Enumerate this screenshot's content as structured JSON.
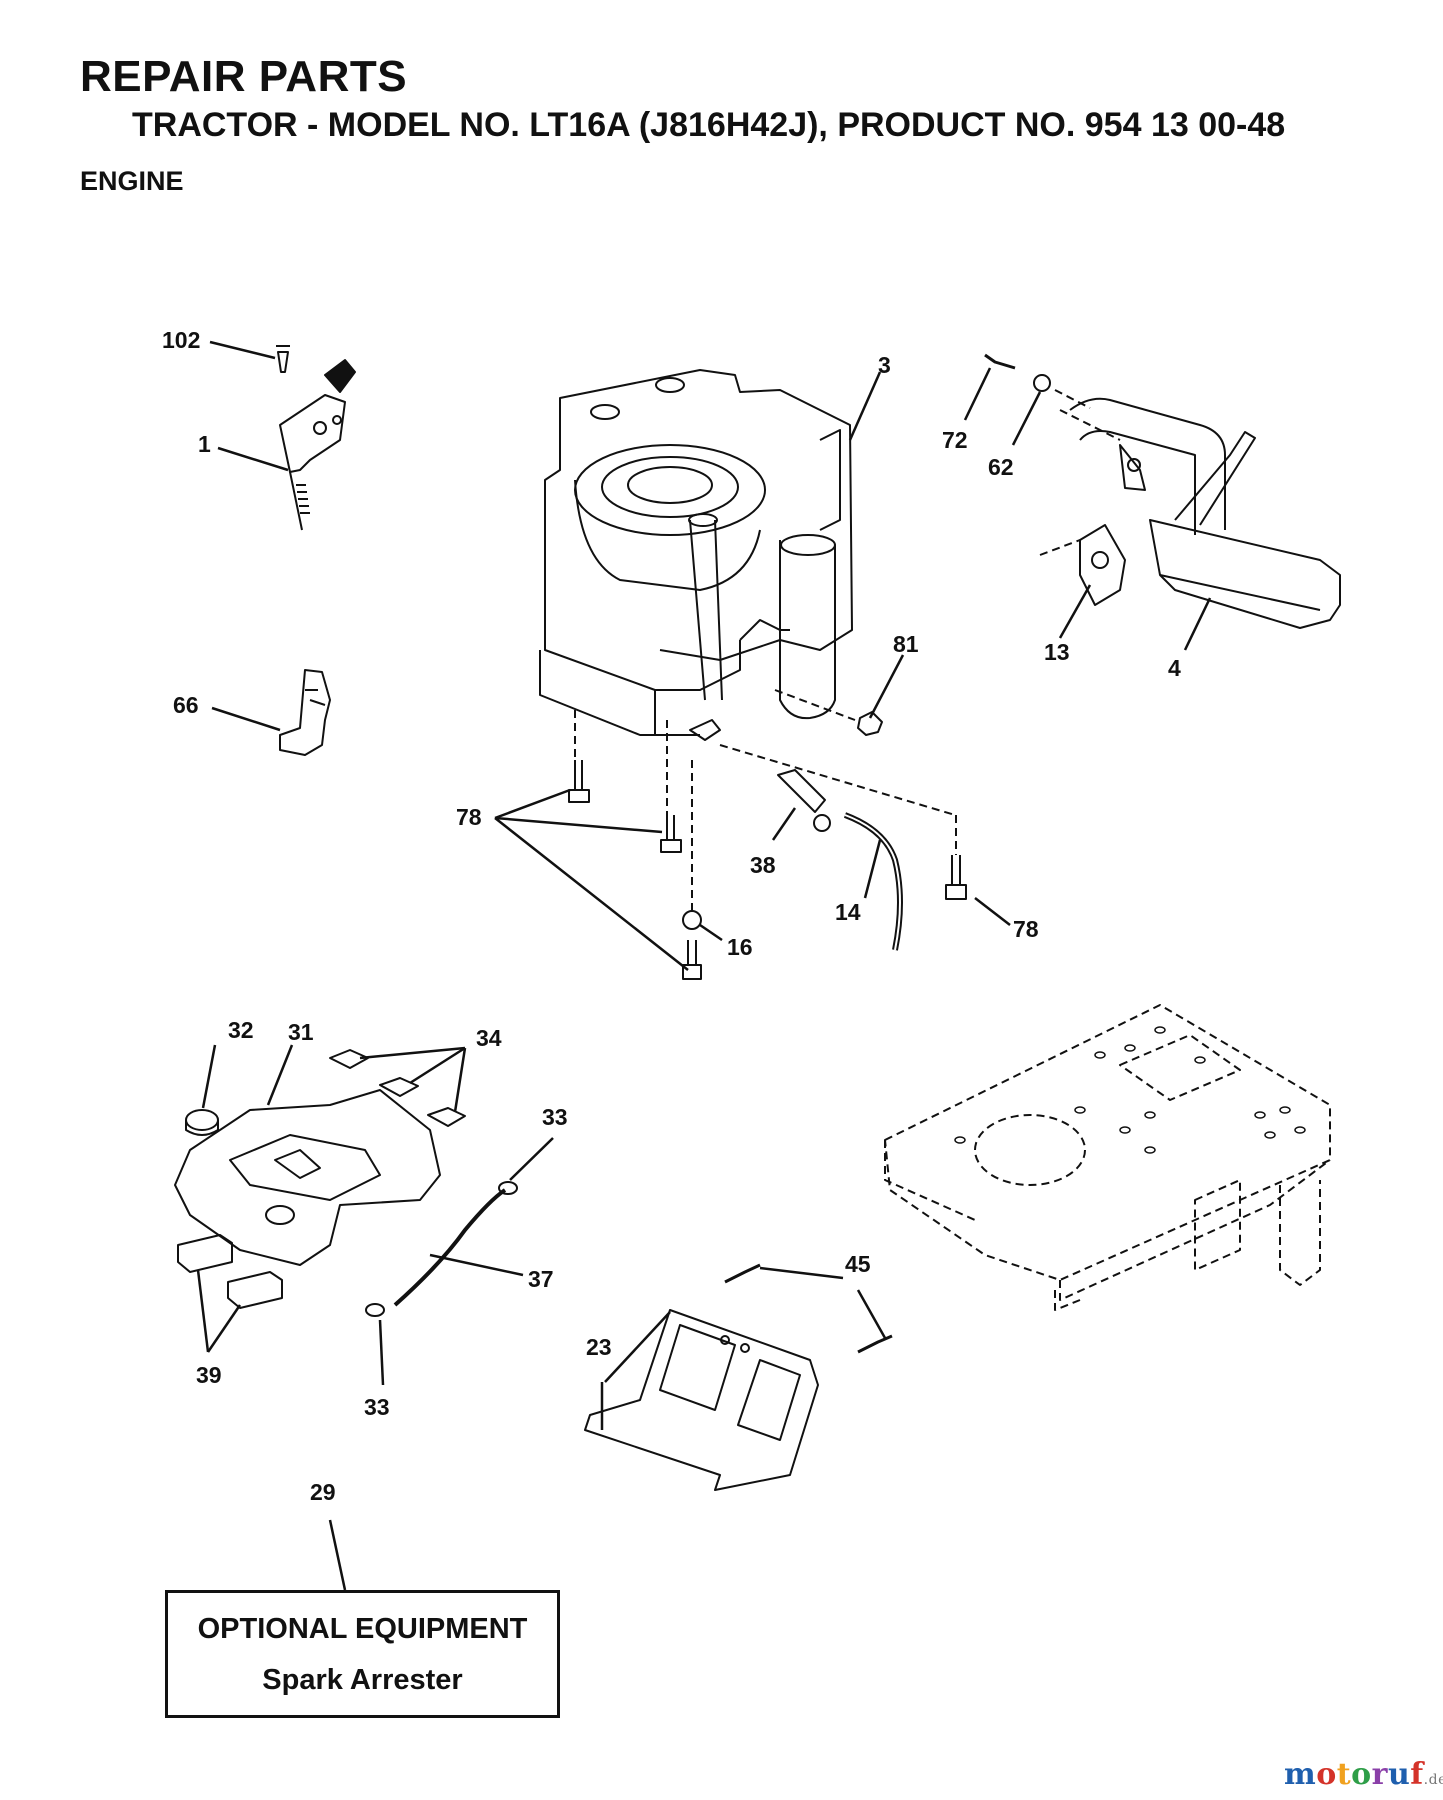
{
  "header": {
    "title": "REPAIR PARTS",
    "subtitle": "TRACTOR - MODEL NO. LT16A (J816H42J),   PRODUCT NO. 954 13 00-48",
    "section": "ENGINE"
  },
  "callouts": {
    "c102": "102",
    "c1": "1",
    "c3": "3",
    "c72": "72",
    "c62": "62",
    "c13": "13",
    "c4": "4",
    "c66": "66",
    "c81": "81",
    "c78a": "78",
    "c38": "38",
    "c14": "14",
    "c16": "16",
    "c78b": "78",
    "c32": "32",
    "c31": "31",
    "c34": "34",
    "c33a": "33",
    "c37": "37",
    "c39": "39",
    "c33b": "33",
    "c45": "45",
    "c23": "23",
    "c29": "29"
  },
  "optional_box": {
    "line1": "OPTIONAL EQUIPMENT",
    "line2": "Spark Arrester"
  },
  "watermark": {
    "brand": "motoruf",
    "suffix": ".de",
    "letter_colors": [
      "#1f5fae",
      "#d4332a",
      "#f0a11f",
      "#2e9e48",
      "#8a3fa8",
      "#1f5fae",
      "#d4332a"
    ]
  }
}
